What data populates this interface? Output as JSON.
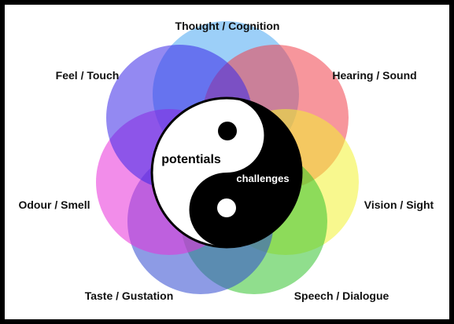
{
  "senses": [
    {
      "label": "Thought / Cognition",
      "color": "#4aa8f2"
    },
    {
      "label": "Hearing / Sound",
      "color": "#f0404a"
    },
    {
      "label": "Vision / Sight",
      "color": "#f2f232"
    },
    {
      "label": "Speech / Dialogue",
      "color": "#35c22f"
    },
    {
      "label": "Taste / Gustation",
      "color": "#3048cf"
    },
    {
      "label": "Odour / Smell",
      "color": "#e82fd8"
    },
    {
      "label": "Feel / Touch",
      "color": "#3a28e8"
    }
  ],
  "yin_yang": {
    "light_label": "potentials",
    "dark_label": "challenges"
  }
}
